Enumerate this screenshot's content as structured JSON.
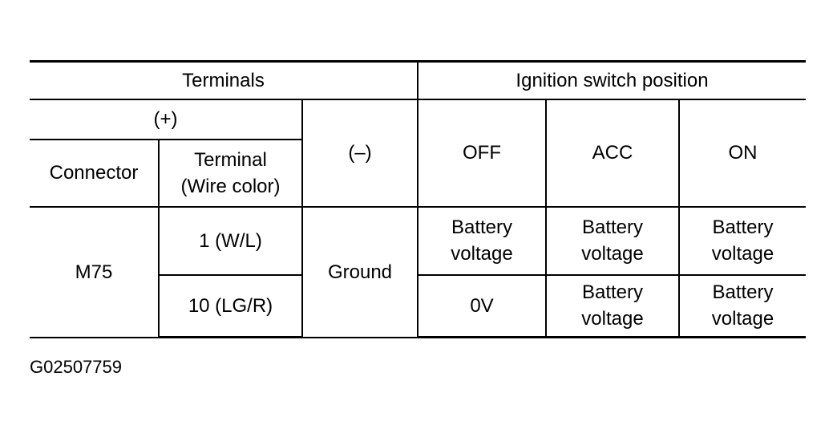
{
  "table": {
    "header": {
      "terminals": "Terminals",
      "ignition_switch_position": "Ignition switch position",
      "plus": "(+)",
      "minus": "(–)",
      "connector": "Connector",
      "terminal_line1": "Terminal",
      "terminal_line2": "(Wire color)",
      "positions": [
        "OFF",
        "ACC",
        "ON"
      ]
    },
    "connector": "M75",
    "ground": "Ground",
    "rows": [
      {
        "terminal": "1 (W/L)",
        "off": [
          "Battery",
          "voltage"
        ],
        "acc": [
          "Battery",
          "voltage"
        ],
        "on": [
          "Battery",
          "voltage"
        ]
      },
      {
        "terminal": "10 (LG/R)",
        "off": [
          "0V"
        ],
        "acc": [
          "Battery",
          "voltage"
        ],
        "on": [
          "Battery",
          "voltage"
        ]
      }
    ]
  },
  "figure_id": "G02507759"
}
